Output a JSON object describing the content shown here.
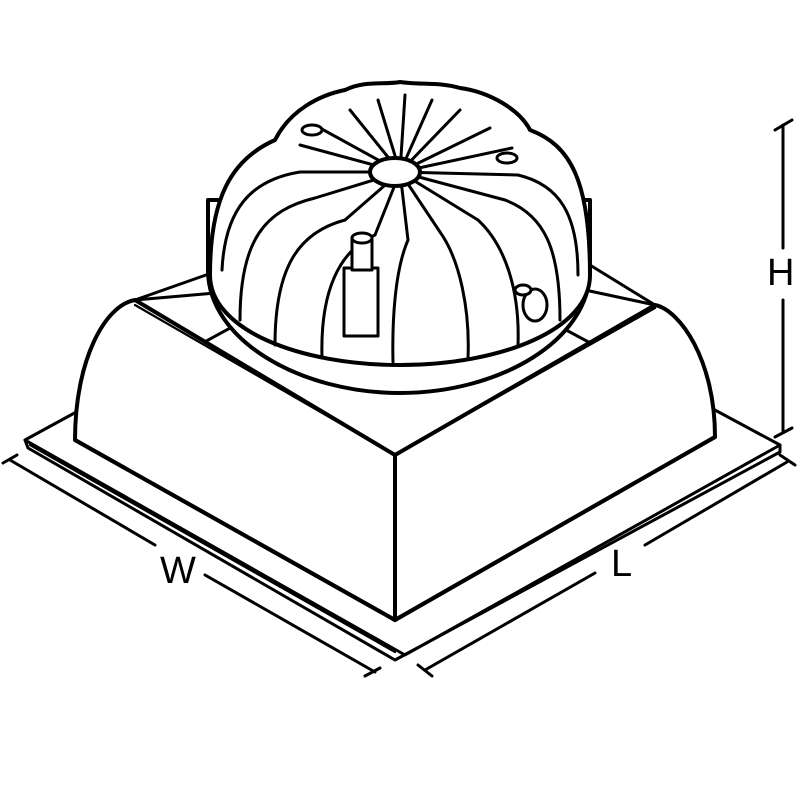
{
  "figure": {
    "subject": "Square recessed LED downlight with radial-fin heatsink (isometric line drawing)",
    "colors": {
      "stroke": "#000000",
      "background": "#ffffff"
    }
  },
  "dimensions": {
    "width": {
      "label": "W",
      "axis": "front-left edge"
    },
    "length": {
      "label": "L",
      "axis": "front-right edge"
    },
    "height": {
      "label": "H",
      "axis": "vertical"
    }
  },
  "parts": [
    "flange-trim",
    "housing-body",
    "heatsink",
    "center-hub",
    "driver-components"
  ]
}
